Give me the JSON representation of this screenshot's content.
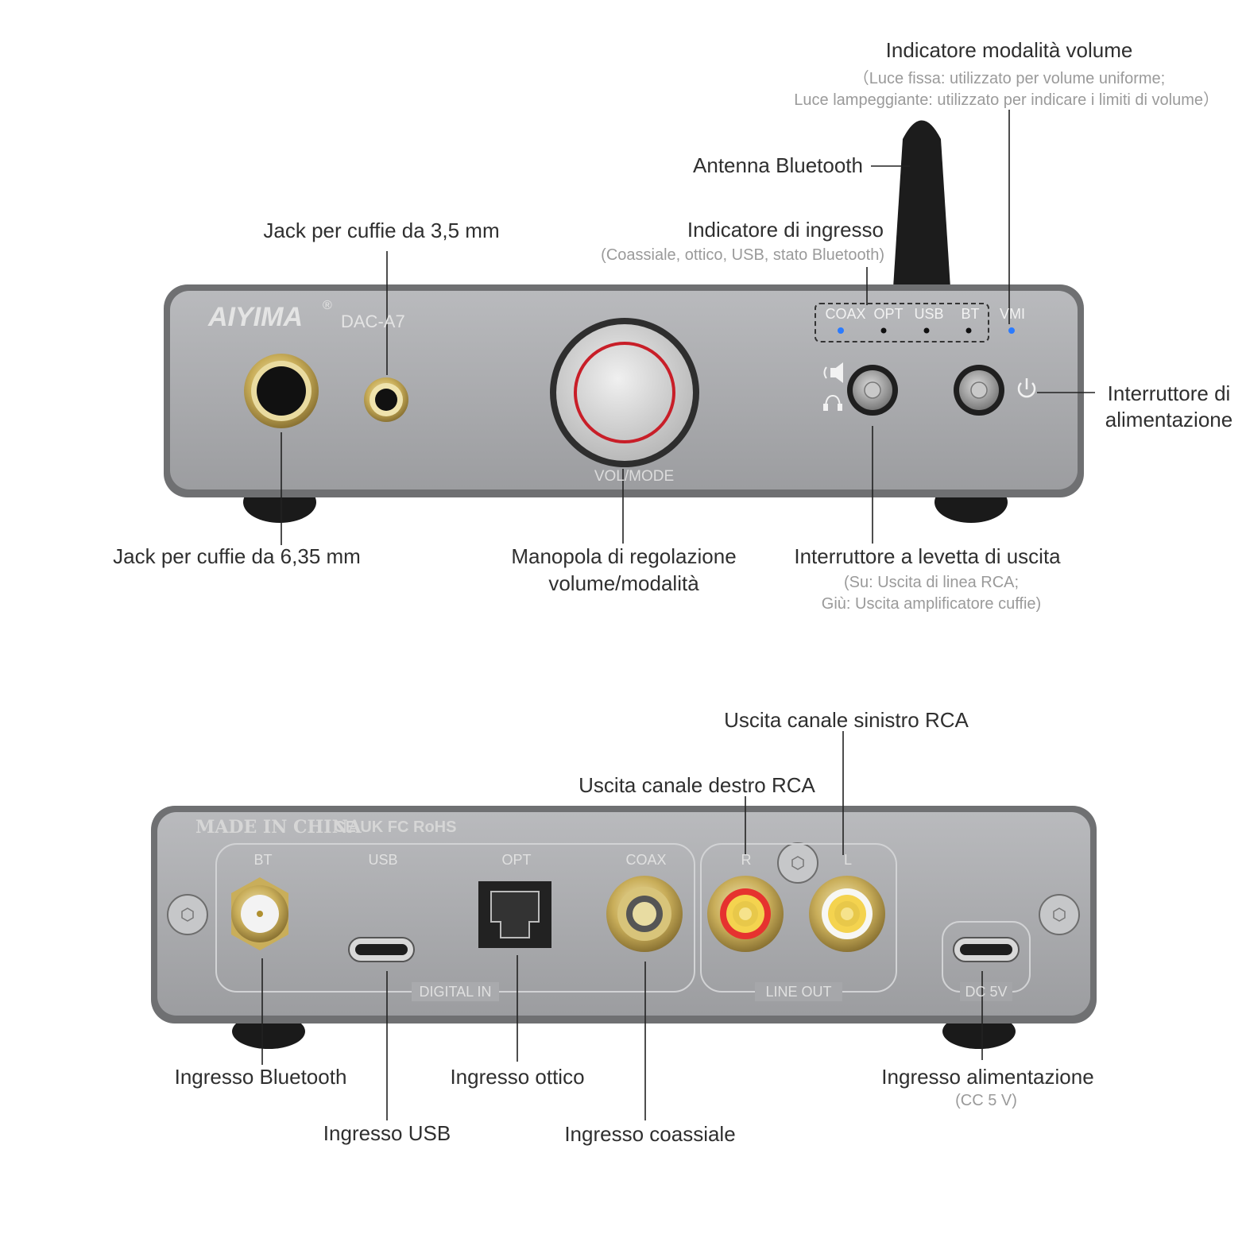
{
  "front": {
    "brand": "AIYIMA",
    "registered": "®",
    "model": "DAC-A7",
    "knob_label": "VOL/MODE",
    "indicators": [
      "COAX",
      "OPT",
      "USB",
      "BT"
    ],
    "vmi": "VMI",
    "labels": {
      "vmi_title": "Indicatore modalità volume",
      "vmi_sub1": "（Luce fissa: utilizzato per volume uniforme;",
      "vmi_sub2": "Luce lampeggiante: utilizzato per indicare i limiti di volume）",
      "antenna": "Antenna Bluetooth",
      "jack35": "Jack per cuffie da 3,5 mm",
      "input_ind_title": "Indicatore di ingresso",
      "input_ind_sub": "(Coassiale, ottico, USB, stato Bluetooth)",
      "power_sw_1": "Interruttore di",
      "power_sw_2": "alimentazione",
      "jack635": "Jack per cuffie da 6,35 mm",
      "knob_1": "Manopola di regolazione",
      "knob_2": "volume/modalità",
      "toggle_title": "Interruttore a levetta di uscita",
      "toggle_sub1": "(Su: Uscita di linea RCA;",
      "toggle_sub2": "Giù: Uscita amplificatore cuffie)"
    }
  },
  "rear": {
    "made_in": "MADE IN CHINA",
    "certs": "CE UK FC RoHS",
    "ports": [
      "BT",
      "USB",
      "OPT",
      "COAX",
      "R",
      "L"
    ],
    "group_digital": "DIGITAL IN",
    "group_line": "LINE OUT",
    "dc": "DC 5V",
    "labels": {
      "rca_left": "Uscita canale sinistro RCA",
      "rca_right": "Uscita canale destro RCA",
      "bt_in": "Ingresso Bluetooth",
      "usb_in": "Ingresso USB",
      "opt_in": "Ingresso ottico",
      "coax_in": "Ingresso coassiale",
      "power_in": "Ingresso alimentazione",
      "power_in_sub": "(CC 5 V)"
    }
  },
  "colors": {
    "chassis": "#a9aaac",
    "led_blue": "#2b7bff",
    "red_ring": "#d4222a",
    "gold": "#c9b36a"
  }
}
